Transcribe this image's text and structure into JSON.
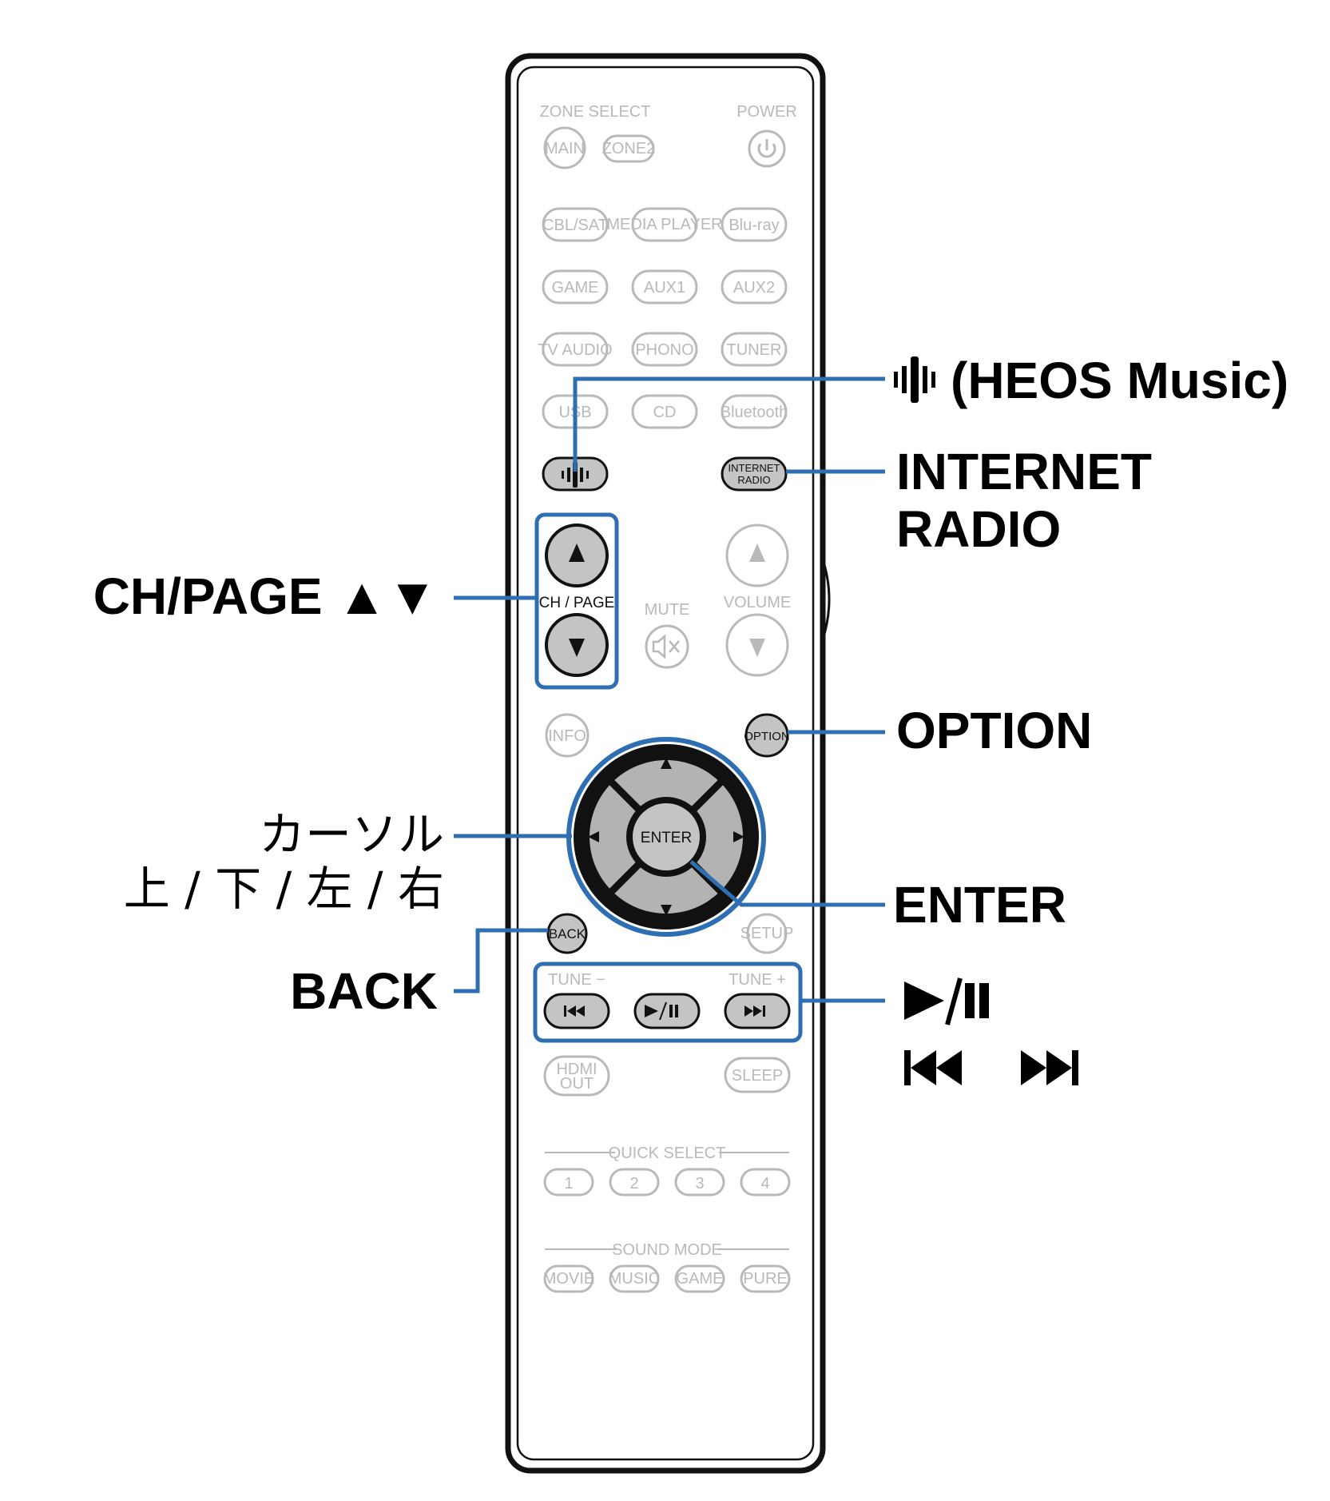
{
  "remote": {
    "zone_select": "ZONE SELECT",
    "power": "POWER",
    "zone_buttons": [
      "MAIN",
      "ZONE2"
    ],
    "source_rows": [
      [
        "CBL/SAT",
        "MEDIA PLAYER",
        "Blu-ray"
      ],
      [
        "GAME",
        "AUX1",
        "AUX2"
      ],
      [
        "TV AUDIO",
        "PHONO",
        "TUNER"
      ],
      [
        "USB",
        "CD",
        "Bluetooth"
      ]
    ],
    "internet_radio": "INTERNET RADIO",
    "ch_page": "CH / PAGE",
    "mute": "MUTE",
    "volume": "VOLUME",
    "info": "INFO",
    "option": "OPTION",
    "enter": "ENTER",
    "back": "BACK",
    "setup": "SETUP",
    "tune_minus": "TUNE −",
    "tune_plus": "TUNE +",
    "hdmi_out": "HDMI OUT",
    "sleep": "SLEEP",
    "quick_select": "QUICK SELECT",
    "quick_buttons": [
      "1",
      "2",
      "3",
      "4"
    ],
    "sound_mode": "SOUND MODE",
    "sound_buttons": [
      "MOVIE",
      "MUSIC",
      "GAME",
      "PURE"
    ]
  },
  "callouts": {
    "heos": "(HEOS Music)",
    "internet_radio_line1": "INTERNET",
    "internet_radio_line2": "RADIO",
    "ch_page": "CH/PAGE ▲▼",
    "option": "OPTION",
    "cursor_line1": "カーソル",
    "cursor_line2": "上 / 下 / 左 / 右",
    "enter": "ENTER",
    "back": "BACK",
    "play_pause": "►/II",
    "skip": "I◄◄ ►►I"
  },
  "colors": {
    "leader_blue": "#2e6fb4",
    "highlight_button": "#c4c4c4",
    "faint_button": "#b9b9b9",
    "dpad_fill": "#b3b3b3"
  }
}
